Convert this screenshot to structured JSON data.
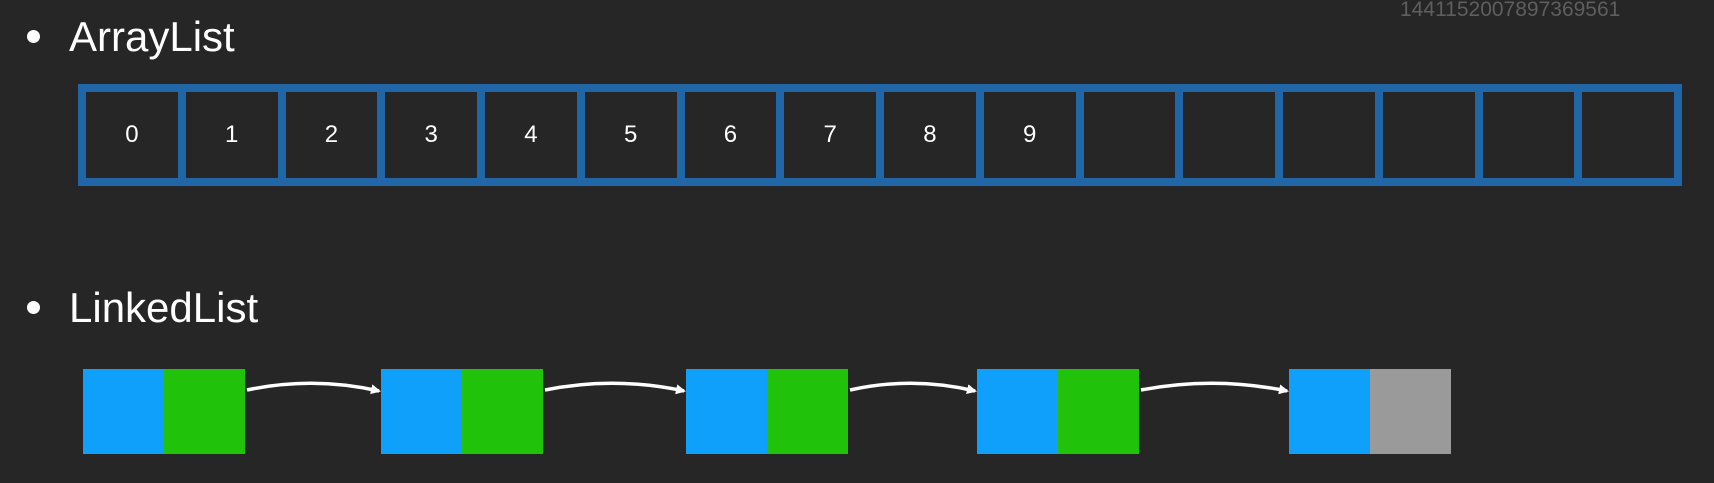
{
  "watermark": "1441152007897369561",
  "sections": {
    "arraylist": {
      "title": "ArrayList"
    },
    "linkedlist": {
      "title": "LinkedList"
    }
  },
  "array_cells": [
    "0",
    "1",
    "2",
    "3",
    "4",
    "5",
    "6",
    "7",
    "8",
    "9",
    "",
    "",
    "",
    "",
    "",
    ""
  ],
  "linked_nodes": [
    {
      "data_color": "#0fa0fb",
      "next_color": "#21c30a"
    },
    {
      "data_color": "#0fa0fb",
      "next_color": "#21c30a"
    },
    {
      "data_color": "#0fa0fb",
      "next_color": "#21c30a"
    },
    {
      "data_color": "#0fa0fb",
      "next_color": "#21c30a"
    },
    {
      "data_color": "#0fa0fb",
      "next_color": "#9a9a9a"
    }
  ],
  "colors": {
    "background": "#262626",
    "array_border": "#2167a8",
    "arrow": "#ffffff"
  }
}
